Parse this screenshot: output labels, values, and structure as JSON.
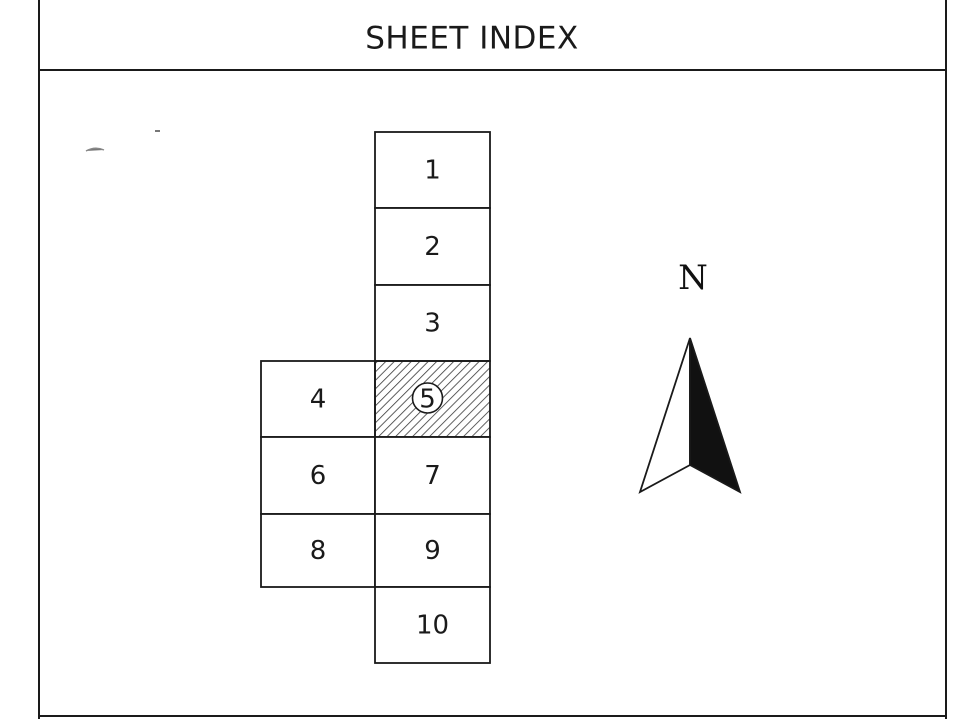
{
  "title": "SHEET INDEX",
  "north_label": "N",
  "current_sheet": "5",
  "sheets": [
    {
      "id": "1",
      "label": "1"
    },
    {
      "id": "2",
      "label": "2"
    },
    {
      "id": "3",
      "label": "3"
    },
    {
      "id": "4",
      "label": "4"
    },
    {
      "id": "5",
      "label": "5"
    },
    {
      "id": "6",
      "label": "6"
    },
    {
      "id": "7",
      "label": "7"
    },
    {
      "id": "8",
      "label": "8"
    },
    {
      "id": "9",
      "label": "9"
    },
    {
      "id": "10",
      "label": "10"
    }
  ],
  "colors": {
    "line": "#1a1a1a",
    "hatch": "#3a3a3a",
    "arrow_fill": "#111111",
    "background": "#ffffff"
  }
}
